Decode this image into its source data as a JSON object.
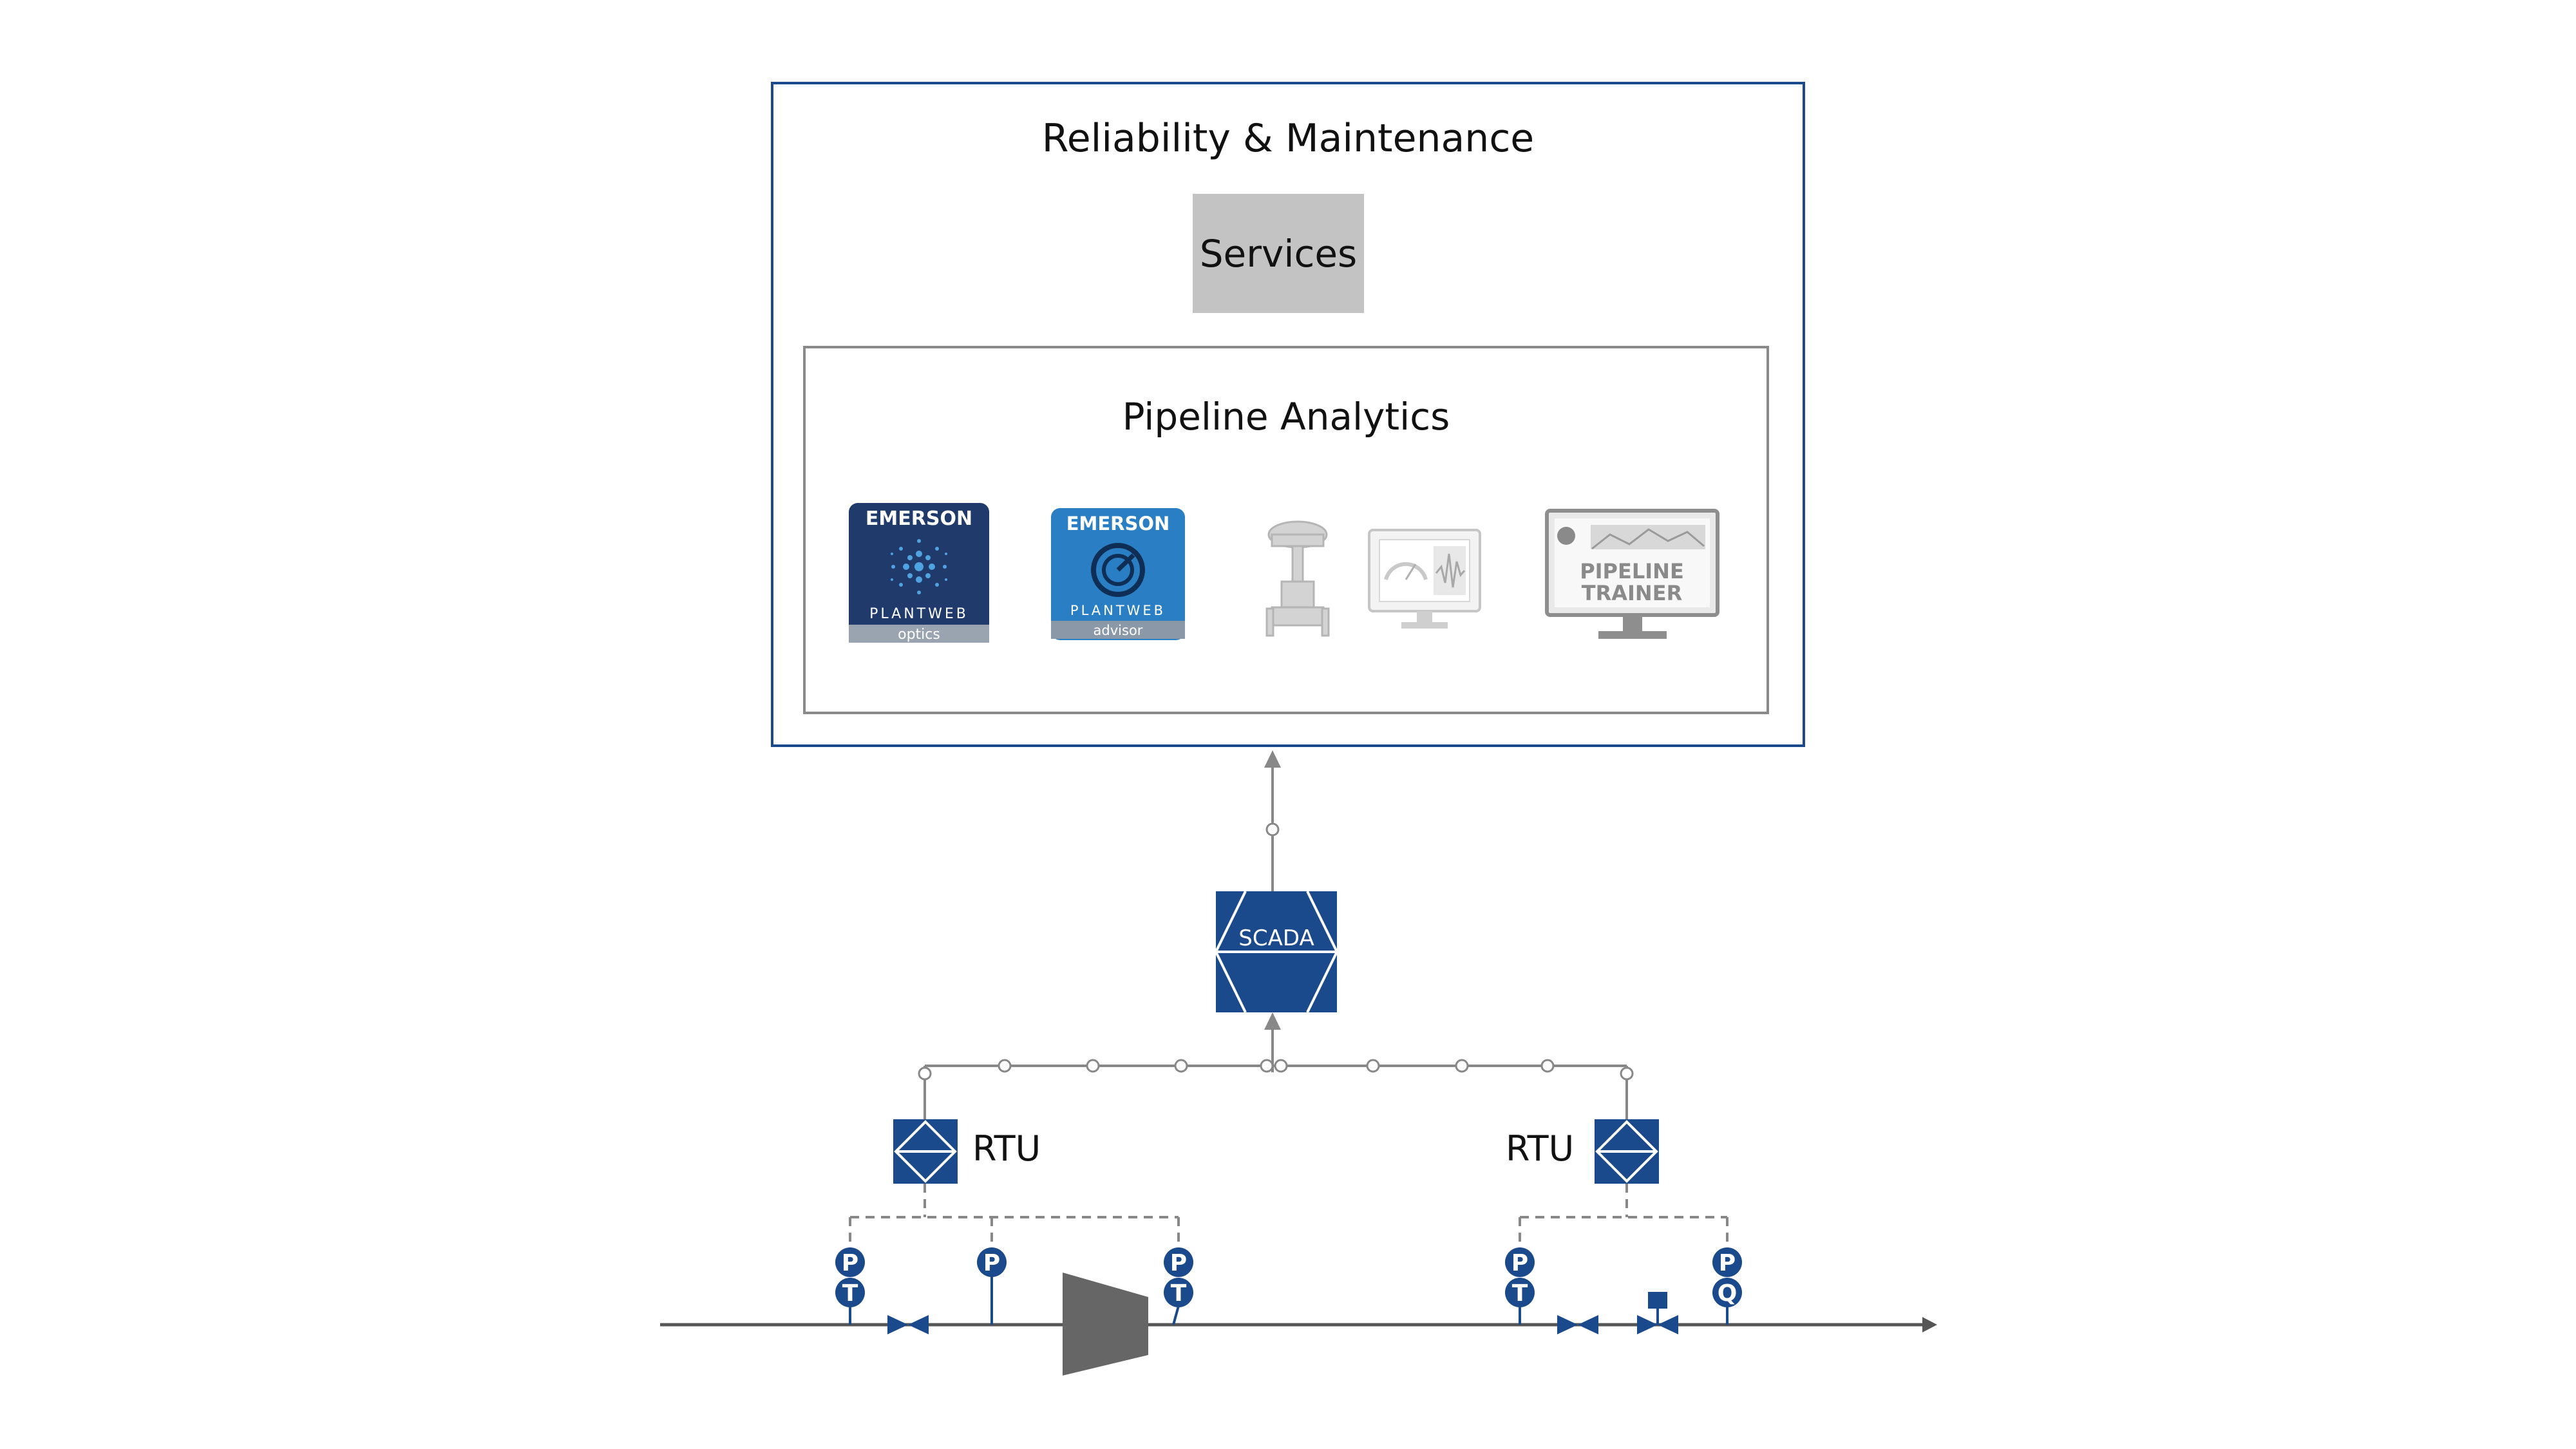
{
  "outer": {
    "title": "Reliability & Maintenance"
  },
  "services": {
    "label": "Services"
  },
  "analytics": {
    "title": "Pipeline Analytics"
  },
  "logos": {
    "optics": {
      "brand": "EMERSON",
      "product": "PLANTWEB",
      "sub": "optics"
    },
    "advisor": {
      "brand": "EMERSON",
      "product": "PLANTWEB",
      "sub": "advisor"
    },
    "trainer": {
      "line1": "PIPELINE",
      "line2": "TRAINER"
    }
  },
  "scada": {
    "label": "SCADA"
  },
  "rtu": {
    "left_label": "RTU",
    "right_label": "RTU"
  },
  "instruments": {
    "p": "P",
    "t": "T",
    "q": "Q"
  },
  "colors": {
    "navy": "#1b4a8c",
    "gray": "#888888",
    "service_gray": "#c3c3c3"
  }
}
